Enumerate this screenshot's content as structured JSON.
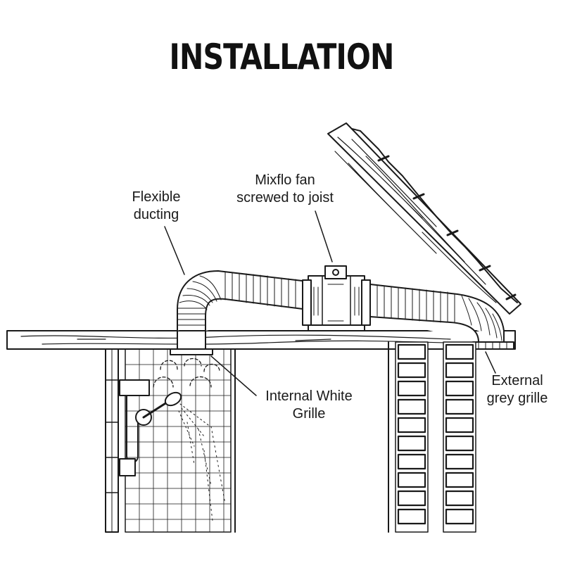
{
  "title": "INSTALLATION",
  "labels": {
    "flexible_ducting": [
      "Flexible",
      "ducting"
    ],
    "mixflo_fan": [
      "Mixflo fan",
      "screwed to joist"
    ],
    "internal_grille": [
      "Internal White",
      "Grille"
    ],
    "external_grille": [
      "External",
      "grey grille"
    ]
  },
  "colors": {
    "ink": "#1a1a1a",
    "paper": "#ffffff"
  }
}
